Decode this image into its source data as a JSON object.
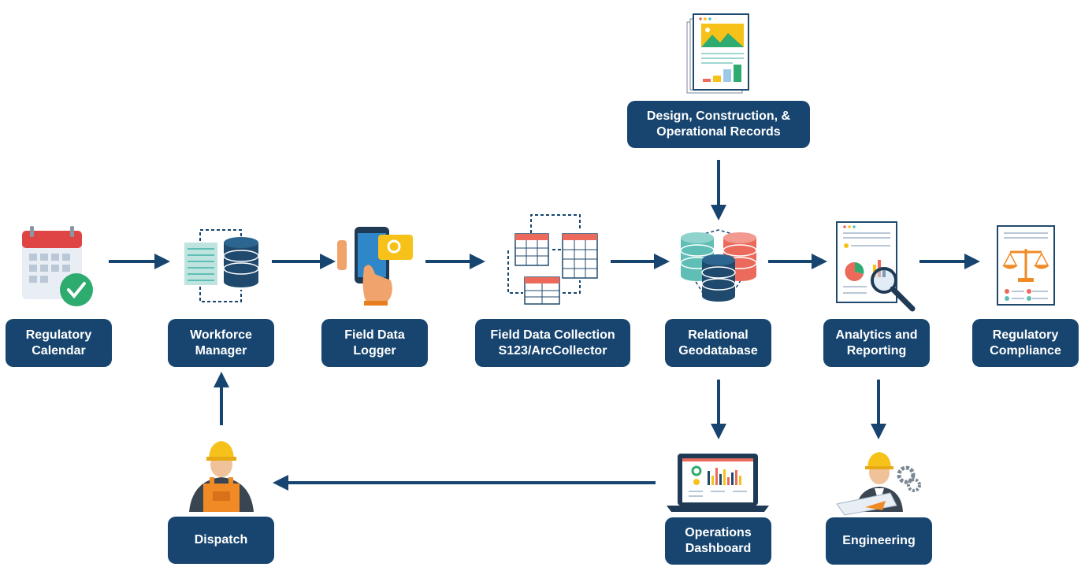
{
  "nodes": {
    "regulatory_calendar": "Regulatory\nCalendar",
    "workforce_manager": "Workforce\nManager",
    "field_data_logger": "Field Data\nLogger",
    "field_data_collection": "Field Data Collection\nS123/ArcCollector",
    "relational_geodatabase": "Relational\nGeodatabase",
    "analytics_reporting": "Analytics and\nReporting",
    "regulatory_compliance": "Regulatory\nCompliance",
    "design_records": "Design, Construction, &\nOperational Records",
    "operations_dashboard": "Operations\nDashboard",
    "engineering": "Engineering",
    "dispatch": "Dispatch"
  },
  "colors": {
    "node_fill": "#17456f",
    "arrow": "#17456f",
    "teal": "#5fbfb6",
    "coral": "#ec6a5c",
    "navy": "#1f4a6d",
    "yellow": "#f6c21a",
    "orange": "#f08a24"
  },
  "icons": {
    "regulatory_calendar": "calendar-check-icon",
    "workforce_manager": "database-sync-icon",
    "field_data_logger": "mobile-tap-icon",
    "field_data_collection": "tables-flow-icon",
    "relational_geodatabase": "databases-icon",
    "analytics_reporting": "report-magnifier-icon",
    "regulatory_compliance": "scales-document-icon",
    "design_records": "document-stack-icon",
    "operations_dashboard": "laptop-dashboard-icon",
    "engineering": "engineer-icon",
    "dispatch": "field-worker-icon"
  }
}
